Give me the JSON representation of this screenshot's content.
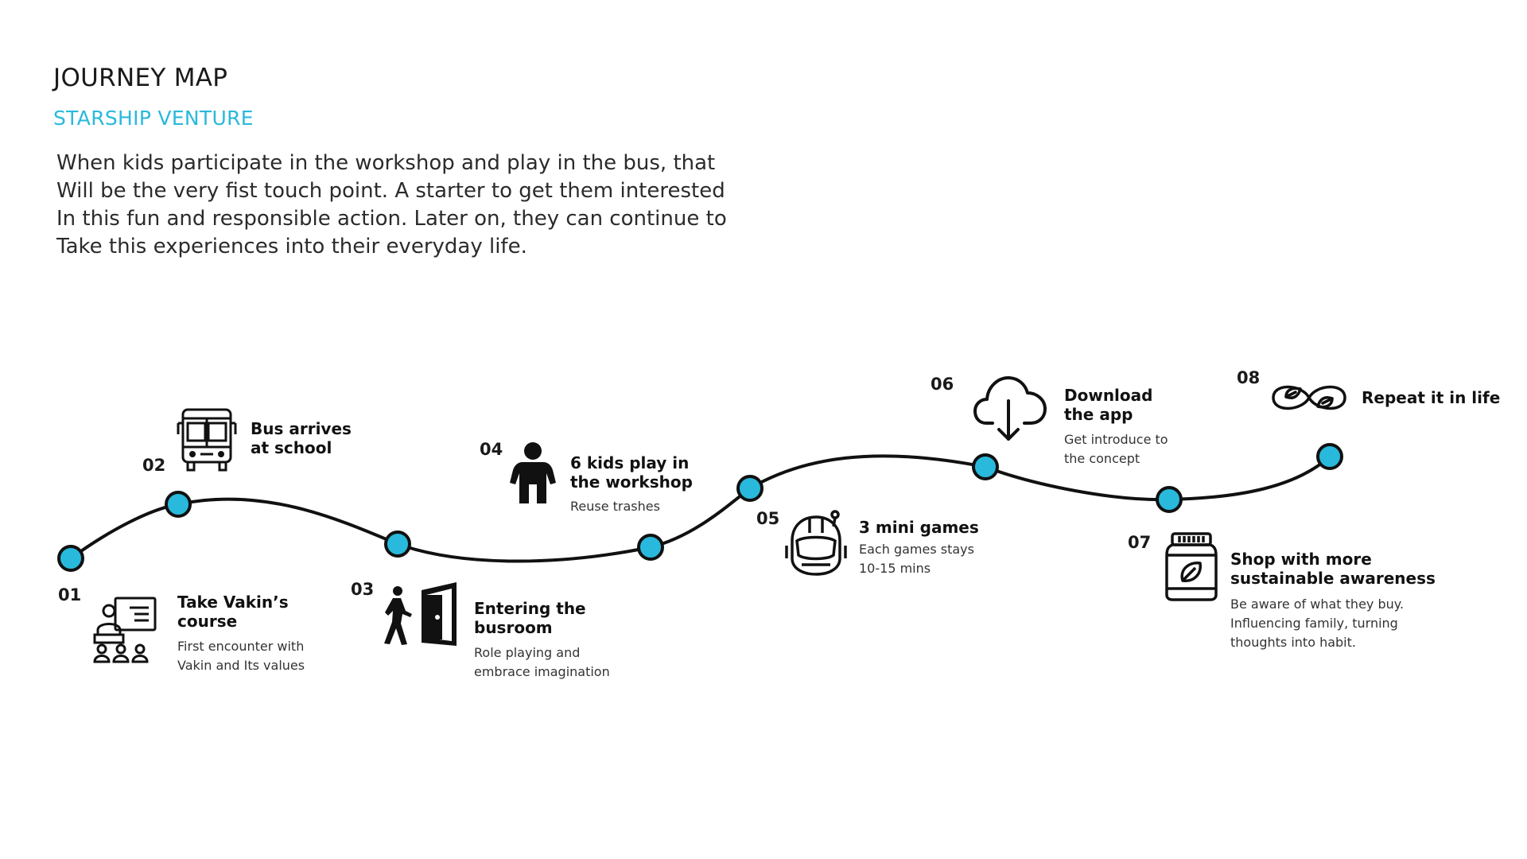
{
  "header": {
    "title": "JOURNEY MAP",
    "subtitle": "STARSHIP VENTURE",
    "intro_lines": [
      "When kids participate in the workshop and play in the bus, that",
      "Will be the very fist touch point. A starter to get them interested",
      "In this fun and responsible action. Later on, they can continue to",
      "Take this experiences into their everyday life."
    ]
  },
  "colors": {
    "accent": "#29b9dc",
    "line": "#111111"
  },
  "steps": [
    {
      "num": "01",
      "title_lines": [
        "Take Vakin’s",
        "course"
      ],
      "desc_lines": [
        "First encounter with",
        "Vakin and Its values"
      ],
      "icon": "classroom-teacher-icon"
    },
    {
      "num": "02",
      "title_lines": [
        "Bus arrives",
        "at school"
      ],
      "desc_lines": [],
      "icon": "bus-icon"
    },
    {
      "num": "03",
      "title_lines": [
        "Entering the",
        "busroom"
      ],
      "desc_lines": [
        "Role playing and",
        "embrace imagination"
      ],
      "icon": "person-entering-door-icon"
    },
    {
      "num": "04",
      "title_lines": [
        "6 kids play in",
        "the workshop"
      ],
      "desc_lines": [
        "Reuse trashes"
      ],
      "icon": "child-icon"
    },
    {
      "num": "05",
      "title_lines": [
        "3 mini games"
      ],
      "desc_lines": [
        "Each games stays",
        "10-15 mins"
      ],
      "icon": "astronaut-helmet-icon"
    },
    {
      "num": "06",
      "title_lines": [
        "Download",
        "the app"
      ],
      "desc_lines": [
        "Get introduce to",
        "the concept"
      ],
      "icon": "cloud-download-icon"
    },
    {
      "num": "07",
      "title_lines": [
        "Shop with more",
        "sustainable awareness"
      ],
      "desc_lines": [
        "Be aware of what they buy.",
        "Influencing family, turning",
        "thoughts into habit."
      ],
      "icon": "eco-jar-icon"
    },
    {
      "num": "08",
      "title_lines": [
        "Repeat it in life"
      ],
      "desc_lines": [],
      "icon": "infinity-leaf-icon"
    }
  ]
}
